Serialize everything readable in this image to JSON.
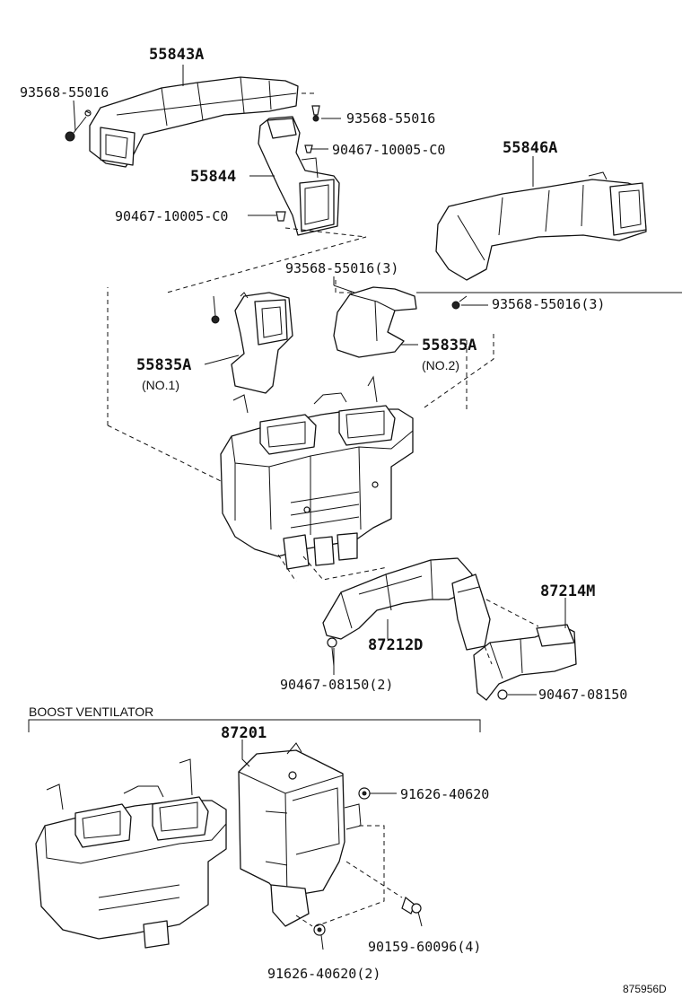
{
  "labels": {
    "p55843A": "55843A",
    "p93568_55016_a": "93568-55016",
    "p93568_55016_b": "93568-55016",
    "p90467_10005_a": "90467-10005-C0",
    "p55844": "55844",
    "p90467_10005_b": "90467-10005-C0",
    "p55846A": "55846A",
    "p93568_55016_3a": "93568-55016(3)",
    "p93568_55016_3b": "93568-55016(3)",
    "p55835A_no1": "55835A",
    "no1": "(NO.1)",
    "p55835A_no2": "55835A",
    "no2": "(NO.2)",
    "p87214M": "87214M",
    "p87212D": "87212D",
    "p90467_08150_2": "90467-08150(2)",
    "p90467_08150": "90467-08150",
    "boost_ventilator": "BOOST VENTILATOR",
    "p87201": "87201",
    "p91626_40620": "91626-40620",
    "p90159_60096_4": "90159-60096(4)",
    "p91626_40620_2": "91626-40620(2)",
    "diagram_id": "875956D"
  }
}
